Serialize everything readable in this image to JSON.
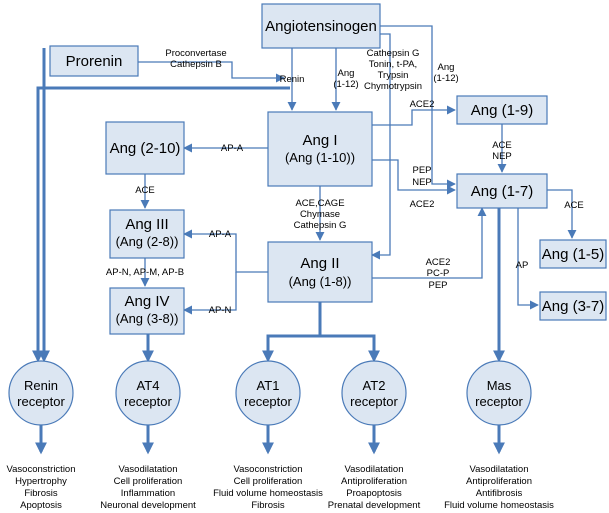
{
  "nodes": {
    "angiotensinogen": "Angiotensinogen",
    "prorenin": "Prorenin",
    "ang1": "Ang I",
    "ang1_sub": "(Ang (1-10))",
    "ang2_10": "Ang (2-10)",
    "ang3": "Ang III",
    "ang3_sub": "(Ang (2-8))",
    "ang4": "Ang IV",
    "ang4_sub": "(Ang (3-8))",
    "ang2": "Ang II",
    "ang2_sub": "(Ang (1-8))",
    "ang1_9": "Ang (1-9)",
    "ang1_7": "Ang (1-7)",
    "ang1_5": "Ang (1-5)",
    "ang3_7": "Ang (3-7)"
  },
  "receptors": [
    {
      "line1": "Renin",
      "line2": "receptor",
      "effects": [
        "Vasoconstriction",
        "Hypertrophy",
        "Fibrosis",
        "Apoptosis"
      ]
    },
    {
      "line1": "AT4",
      "line2": "receptor",
      "effects": [
        "Vasodilatation",
        "Cell proliferation",
        "Inflammation",
        "Neuronal development"
      ]
    },
    {
      "line1": "AT1",
      "line2": "receptor",
      "effects": [
        "Vasoconstriction",
        "Cell proliferation",
        "Fluid volume homeostasis",
        "Fibrosis"
      ]
    },
    {
      "line1": "AT2",
      "line2": "receptor",
      "effects": [
        "Vasodilatation",
        "Antiproliferation",
        "Proapoptosis",
        "Prenatal development"
      ]
    },
    {
      "line1": "Mas",
      "line2": "receptor",
      "effects": [
        "Vasodilatation",
        "Antiproliferation",
        "Antifibrosis",
        "Fluid volume homeostasis"
      ]
    }
  ],
  "labels": {
    "proconvertase": "Proconvertase",
    "cathepsin_b": "Cathepsin B",
    "renin": "Renin",
    "ang_1_12_a": "Ang",
    "ang_1_12_b": "(1-12)",
    "cathepsin_g": "Cathepsin G",
    "tonin": "Tonin, t-PA,",
    "trypsin": "Trypsin",
    "chymotrypsin": "Chymotrypsin",
    "ang_1_12_c": "Ang",
    "ang_1_12_d": "(1-12)",
    "ace2_top": "ACE2",
    "ap_a_1": "AP-A",
    "ace_left": "ACE",
    "ace_cage": "ACE,CAGE",
    "chymase": "Chymase",
    "cathepsin_g2": "Cathepsin G",
    "ace_nep_1": "ACE",
    "ace_nep_2": "NEP",
    "pep": "PEP",
    "nep": "NEP",
    "ace2_mid": "ACE2",
    "ap_a_2": "AP-A",
    "ap_n_m_b": "AP-N, AP-M, AP-B",
    "ap_n": "AP-N",
    "ace2_low": "ACE2",
    "pc_p": "PC-P",
    "pep_low": "PEP",
    "ace_right": "ACE",
    "ap": "AP"
  }
}
